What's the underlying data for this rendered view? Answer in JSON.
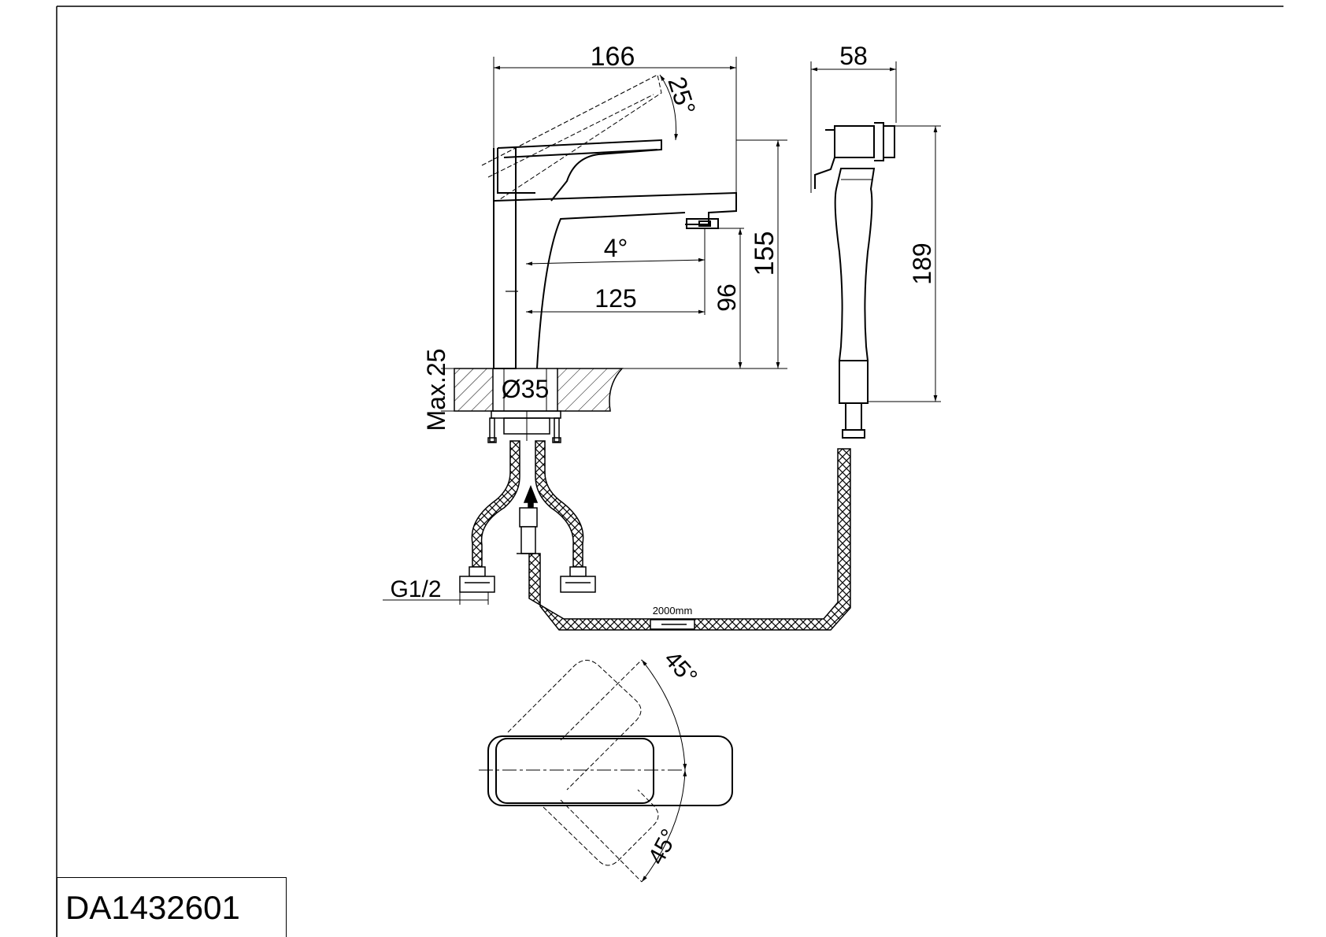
{
  "model": "DA1432601",
  "dimensions": {
    "overall_width": "166",
    "lever_angle": "25°",
    "spout_angle": "4°",
    "spout_reach": "125",
    "spout_height": "96",
    "total_height": "155",
    "deck_thickness": "Max.25",
    "hole_diameter": "Ø35",
    "connection": "G1/2",
    "hose_length": "2000mm",
    "shower_width": "58",
    "shower_length": "189",
    "rotation_top": "45°",
    "rotation_bottom": "45°"
  },
  "colors": {
    "line": "#000000",
    "background": "#ffffff"
  }
}
